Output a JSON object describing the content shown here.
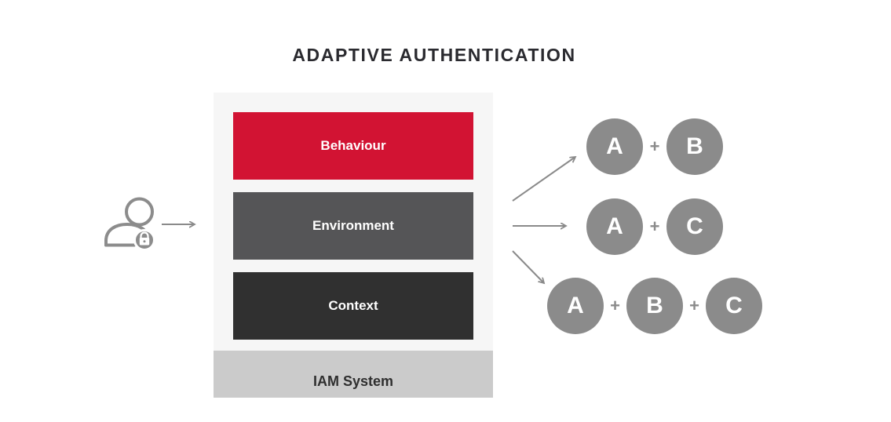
{
  "title": "ADAPTIVE AUTHENTICATION",
  "stack": {
    "layers": [
      {
        "label": "Behaviour",
        "color": "#d21333"
      },
      {
        "label": "Environment",
        "color": "#555557"
      },
      {
        "label": "Context",
        "color": "#303030"
      }
    ],
    "base": {
      "label": "IAM System",
      "color": "#cbcbcb"
    },
    "panel_color": "#f6f6f6"
  },
  "user": {
    "icon": "person-lock-icon"
  },
  "flows": {
    "input_arrow": "arrow-right-icon",
    "fan_arrows": [
      "arrow-up-right-icon",
      "arrow-right-icon",
      "arrow-down-right-icon"
    ]
  },
  "combinations": [
    {
      "factors": [
        "A",
        "B"
      ],
      "separator": "+"
    },
    {
      "factors": [
        "A",
        "C"
      ],
      "separator": "+"
    },
    {
      "factors": [
        "A",
        "B",
        "C"
      ],
      "separator": "+"
    }
  ],
  "colors": {
    "accent_red": "#d21333",
    "layer_dark_gray": "#555557",
    "layer_near_black": "#303030",
    "circle_gray": "#8b8b8b",
    "arrow_gray": "#8a8a8a",
    "panel_light": "#f6f6f6",
    "band_gray": "#cbcbcb",
    "title_text": "#2a2a2f",
    "label_text": "#ffffff"
  }
}
